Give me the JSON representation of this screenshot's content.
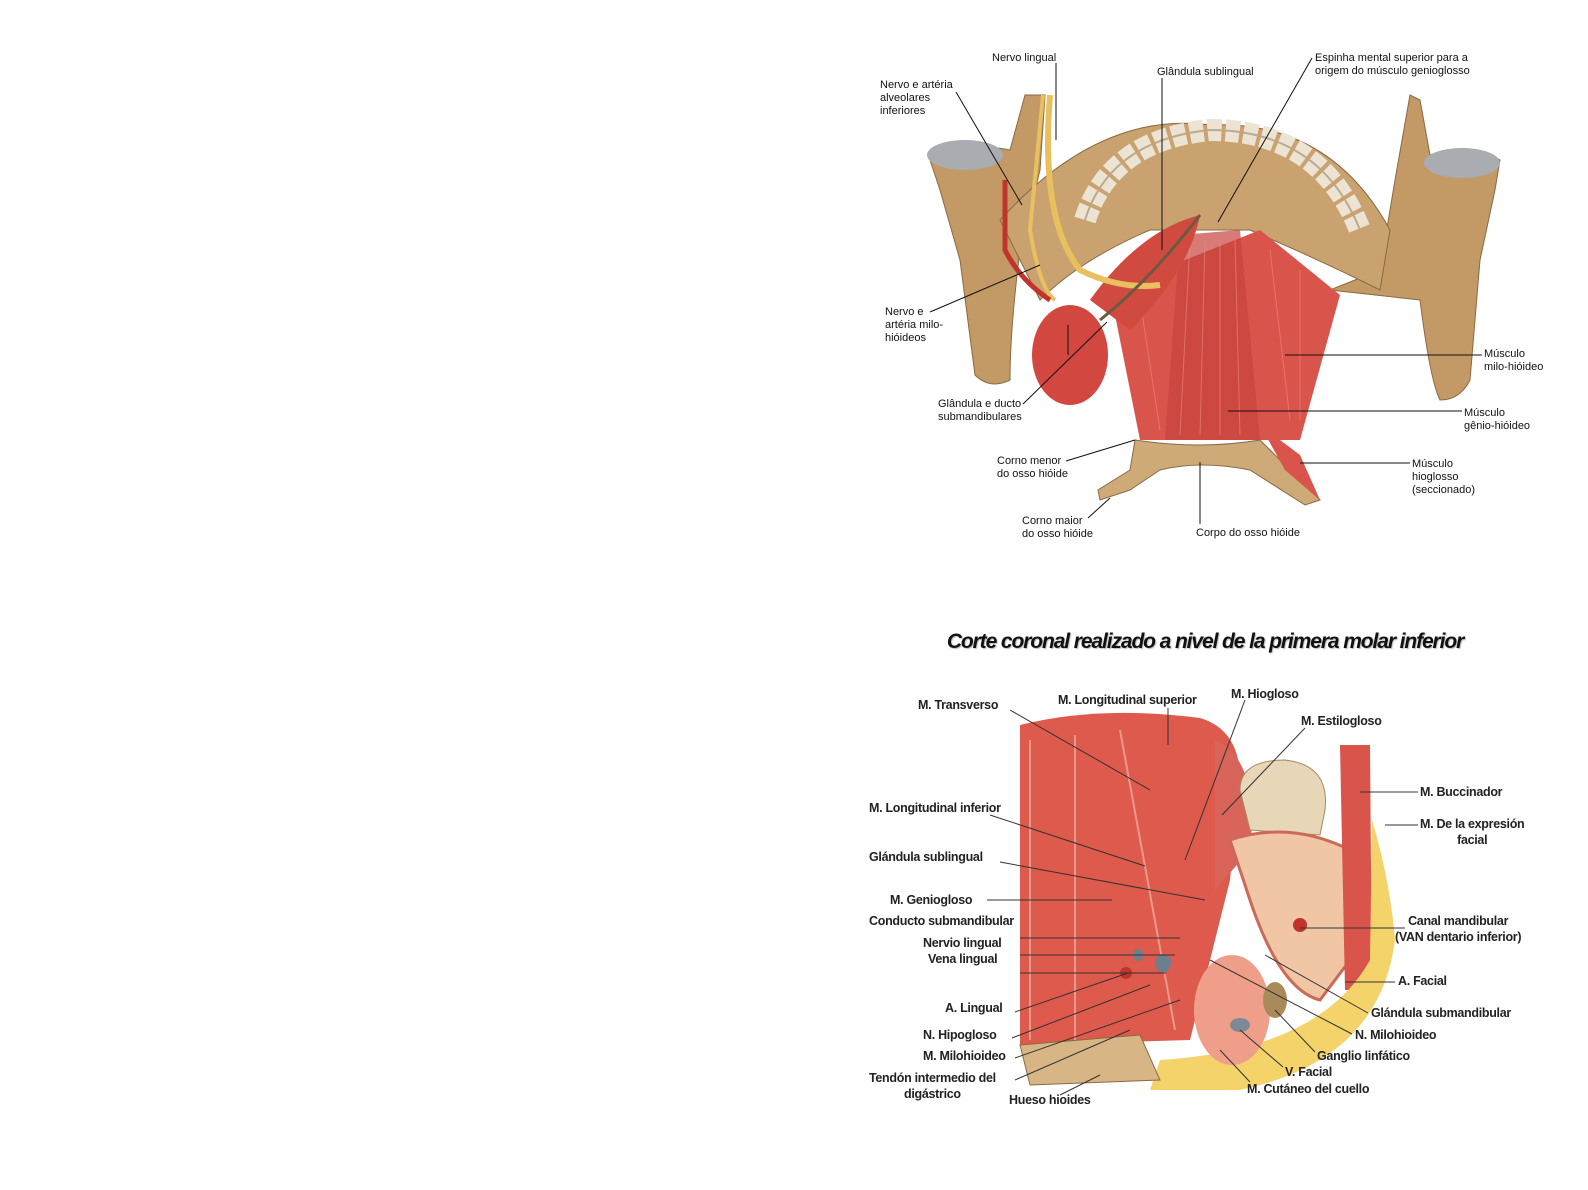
{
  "figure1": {
    "labels": {
      "nervo_lingual": "Nervo lingual",
      "alveolares": [
        "Nervo e artéria",
        "alveolares",
        "inferiores"
      ],
      "glandula_sublingual": "Glândula sublingual",
      "espinha": [
        "Espinha mental superior para a",
        "origem do músculo genioglosso"
      ],
      "milo_hioideos": [
        "Nervo e",
        "artéria milo-",
        "hióideos"
      ],
      "musculo_milo": [
        "Músculo",
        "milo-hióideo"
      ],
      "glandula_submand": [
        "Glândula e ducto",
        "submandibulares"
      ],
      "genio_hioideo": [
        "Músculo",
        "gênio-hióideo"
      ],
      "corno_menor": [
        "Corno menor",
        "do osso hióide"
      ],
      "hioglosso": [
        "Músculo",
        "hioglosso",
        "(seccionado)"
      ],
      "corno_maior": [
        "Corno maior",
        "do osso hióide"
      ],
      "corpo": "Corpo do osso hióide"
    }
  },
  "figure2": {
    "title": "Corte coronal realizado a nivel de la primera molar inferior",
    "labels": {
      "transverso": "M. Transverso",
      "long_sup": "M. Longitudinal superior",
      "hiogloso": "M. Hiogloso",
      "estilogloso": "M. Estilogloso",
      "buccinador": "M. Buccinador",
      "expresion": [
        "M. De la expresión",
        "facial"
      ],
      "long_inf": "M. Longitudinal inferior",
      "sublingual": "Glándula sublingual",
      "geniogloso": "M. Geniogloso",
      "conducto": "Conducto submandibular",
      "nervio_lingual": "Nervio lingual",
      "vena_lingual": "Vena lingual",
      "canal": [
        "Canal mandibular",
        "(VAN dentario inferior)"
      ],
      "a_facial": "A. Facial",
      "a_lingual": "A. Lingual",
      "submandibular": "Glándula submandibular",
      "hipogloso": "N. Hipogloso",
      "n_milohioideo": "N. Milohioideo",
      "m_milohioideo": "M. Milohioideo",
      "ganglio": "Ganglio linfático",
      "tendon": [
        "Tendón intermedio del",
        "digástrico"
      ],
      "v_facial": "V. Facial",
      "cutaneo": "M. Cutáneo del cuello",
      "hioides": "Hueso hioides"
    }
  },
  "colors": {
    "bone": "#c39a66",
    "muscle": "#d9544a",
    "nerve": "#e8c060",
    "fat": "#f3d36a"
  }
}
